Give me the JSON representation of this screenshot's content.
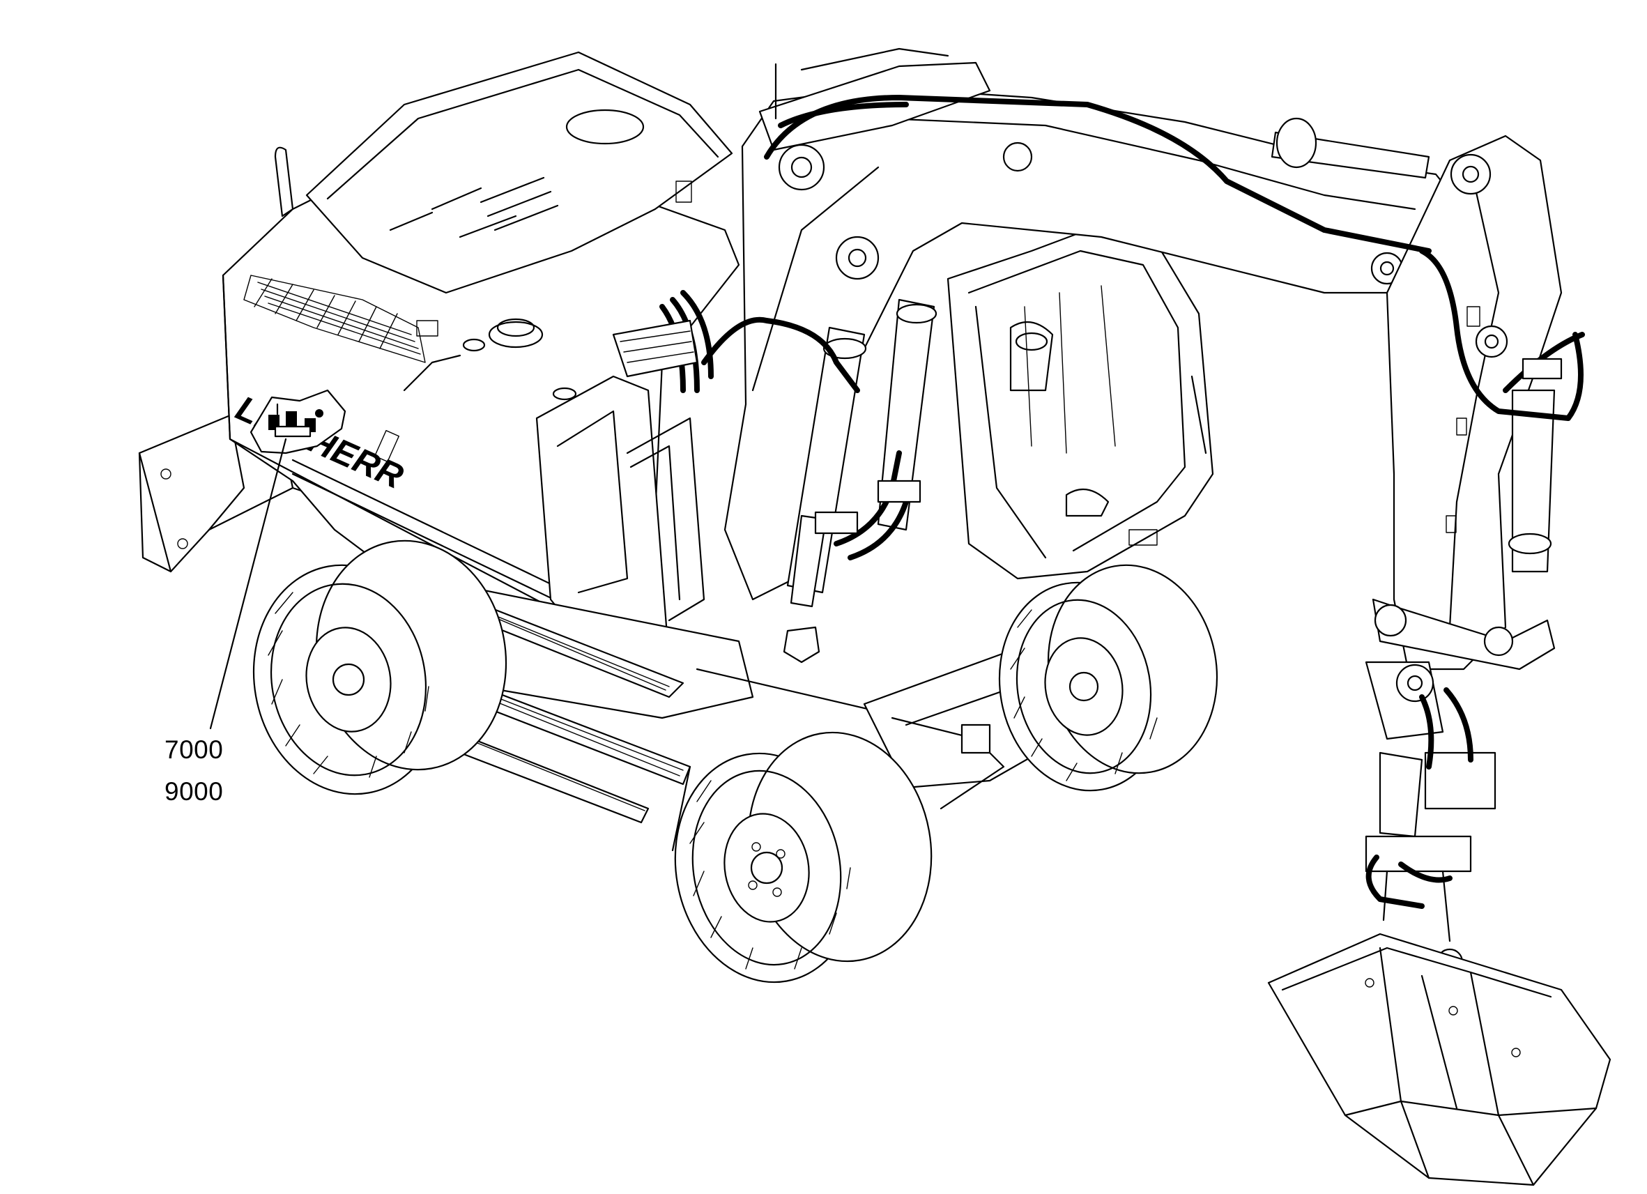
{
  "diagram": {
    "brand_lettering": "LIEBHERR",
    "callouts": [
      {
        "label": "7000"
      },
      {
        "label": "9000"
      }
    ]
  },
  "colors": {
    "line": "#000000",
    "background": "#ffffff"
  },
  "icons": [
    "wheeled-excavator-illustration",
    "highlighted-component-inset"
  ]
}
